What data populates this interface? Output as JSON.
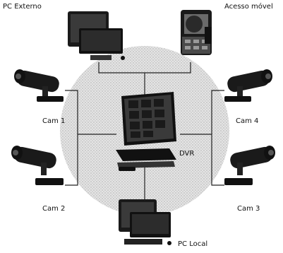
{
  "labels": {
    "pc_externo": "PC Externo",
    "acesso_movel": "Acesso móvel",
    "cam1": "Cam 1",
    "cam2": "Cam 2",
    "cam3": "Cam 3",
    "cam4": "Cam 4",
    "dvr": "DVR",
    "pc_local": "PC Local"
  },
  "colors": {
    "halo": "#cfcfcf",
    "line": "#222222",
    "device_dark": "#1a1a1a",
    "device_mid": "#555555",
    "screen": "#3a3a3a"
  },
  "icons": [
    "computer-icon",
    "mobile-phone-icon",
    "security-camera-icon",
    "dvr-monitor-icon"
  ]
}
